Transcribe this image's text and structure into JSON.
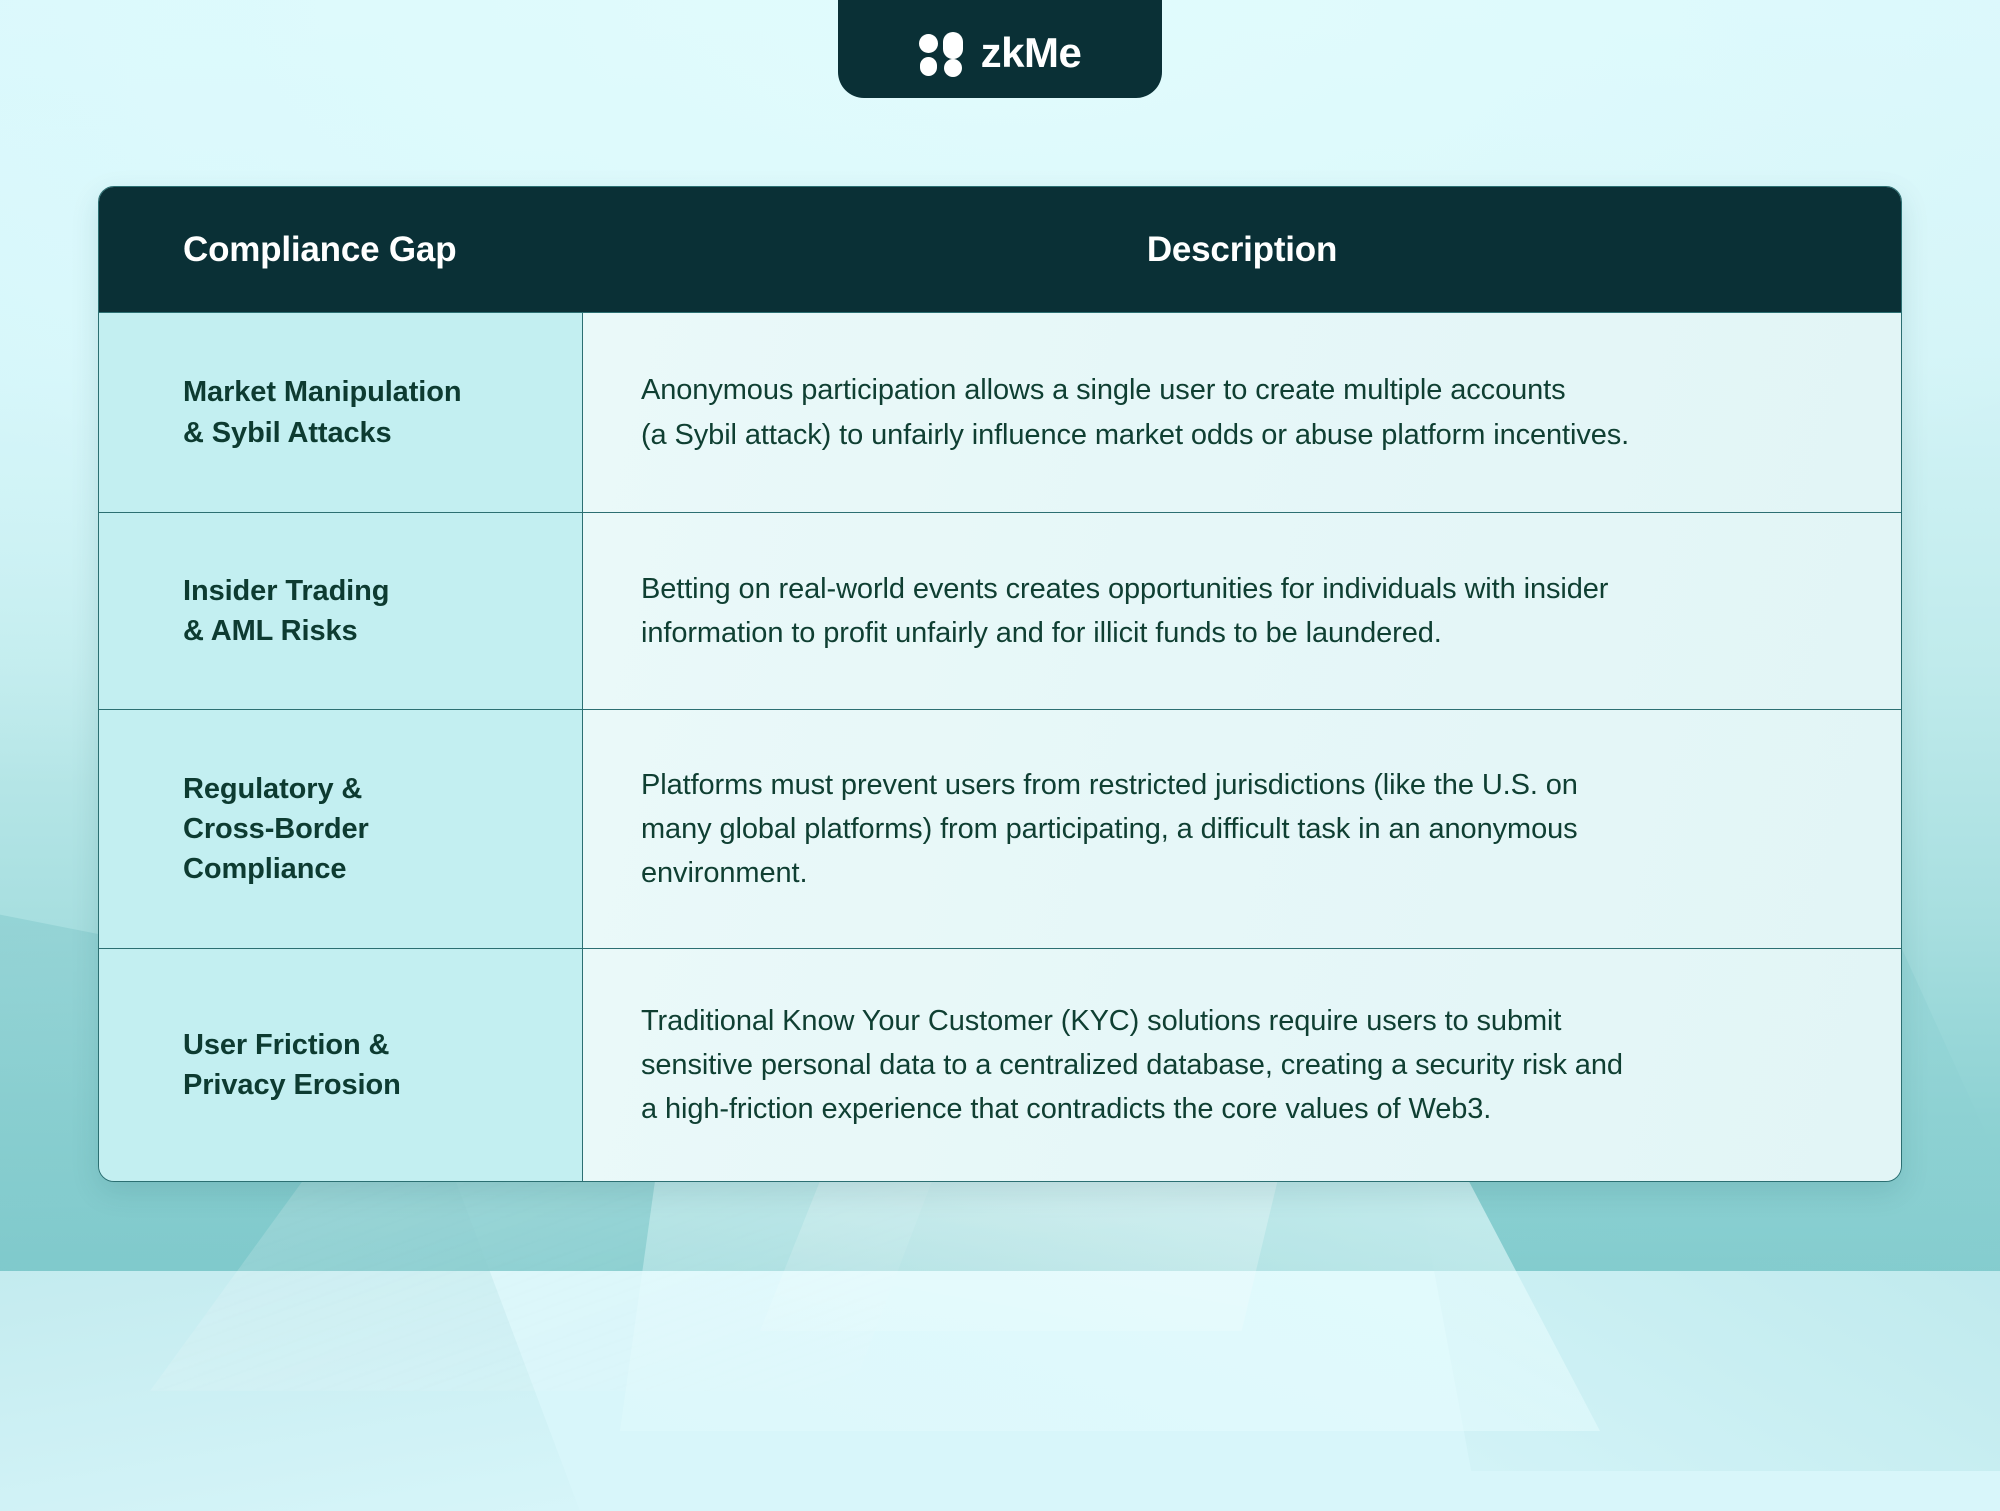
{
  "brand": {
    "name": "zkMe",
    "logo_icon": "zkme-mark-icon",
    "tab_color": "#0a3036",
    "wordmark_color": "#ffffff"
  },
  "theme": {
    "header_bg": "#0a3036",
    "gap_cell_bg": "#c3eff1",
    "desc_cell_bg": "#eaf9f9",
    "border": "#2c6f72",
    "heading_text": "#0d3b31",
    "body_text": "#0f3f32",
    "page_bg_top": "#d9f7fb",
    "page_bg_bottom": "#81cbcd"
  },
  "table": {
    "columns": [
      {
        "key": "gap",
        "label": "Compliance Gap"
      },
      {
        "key": "description",
        "label": "Description"
      }
    ],
    "rows": [
      {
        "gap": "Market Manipulation\n& Sybil Attacks",
        "description": "Anonymous participation allows a single user to create multiple accounts\n(a Sybil attack) to unfairly influence market odds or abuse platform incentives."
      },
      {
        "gap": "Insider Trading\n& AML Risks",
        "description": "Betting on real-world events creates opportunities for individuals with insider\ninformation to profit unfairly and for illicit funds to be laundered."
      },
      {
        "gap": "Regulatory &\nCross-Border\nCompliance",
        "description": "Platforms must prevent users from restricted jurisdictions (like the U.S. on\nmany global platforms) from participating, a difficult task in an anonymous\nenvironment."
      },
      {
        "gap": "User Friction &\nPrivacy Erosion",
        "description": "Traditional Know Your Customer (KYC) solutions require users to submit\nsensitive personal data to a centralized database, creating a security risk and\na high-friction experience that contradicts the core values of Web3."
      }
    ]
  }
}
